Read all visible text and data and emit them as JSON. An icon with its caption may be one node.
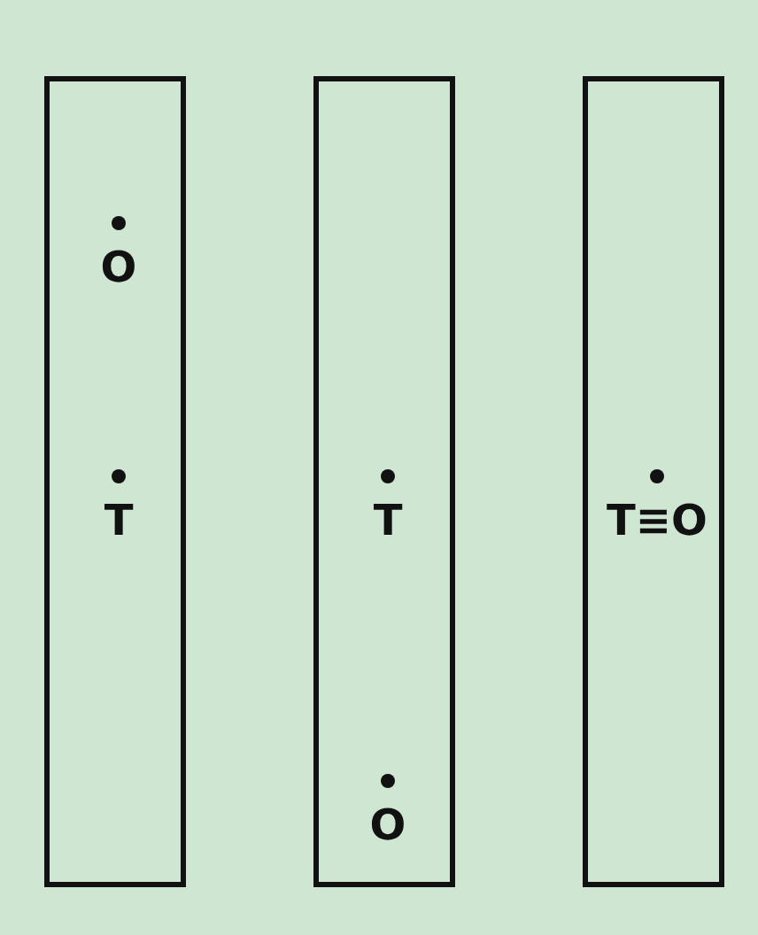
{
  "diagram": {
    "nodes": [
      {
        "text": [
          "O",
          "T"
        ]
      },
      {
        "text": [
          "T",
          "O"
        ]
      },
      {
        "text": [
          "T≡O"
        ]
      }
    ]
  }
}
